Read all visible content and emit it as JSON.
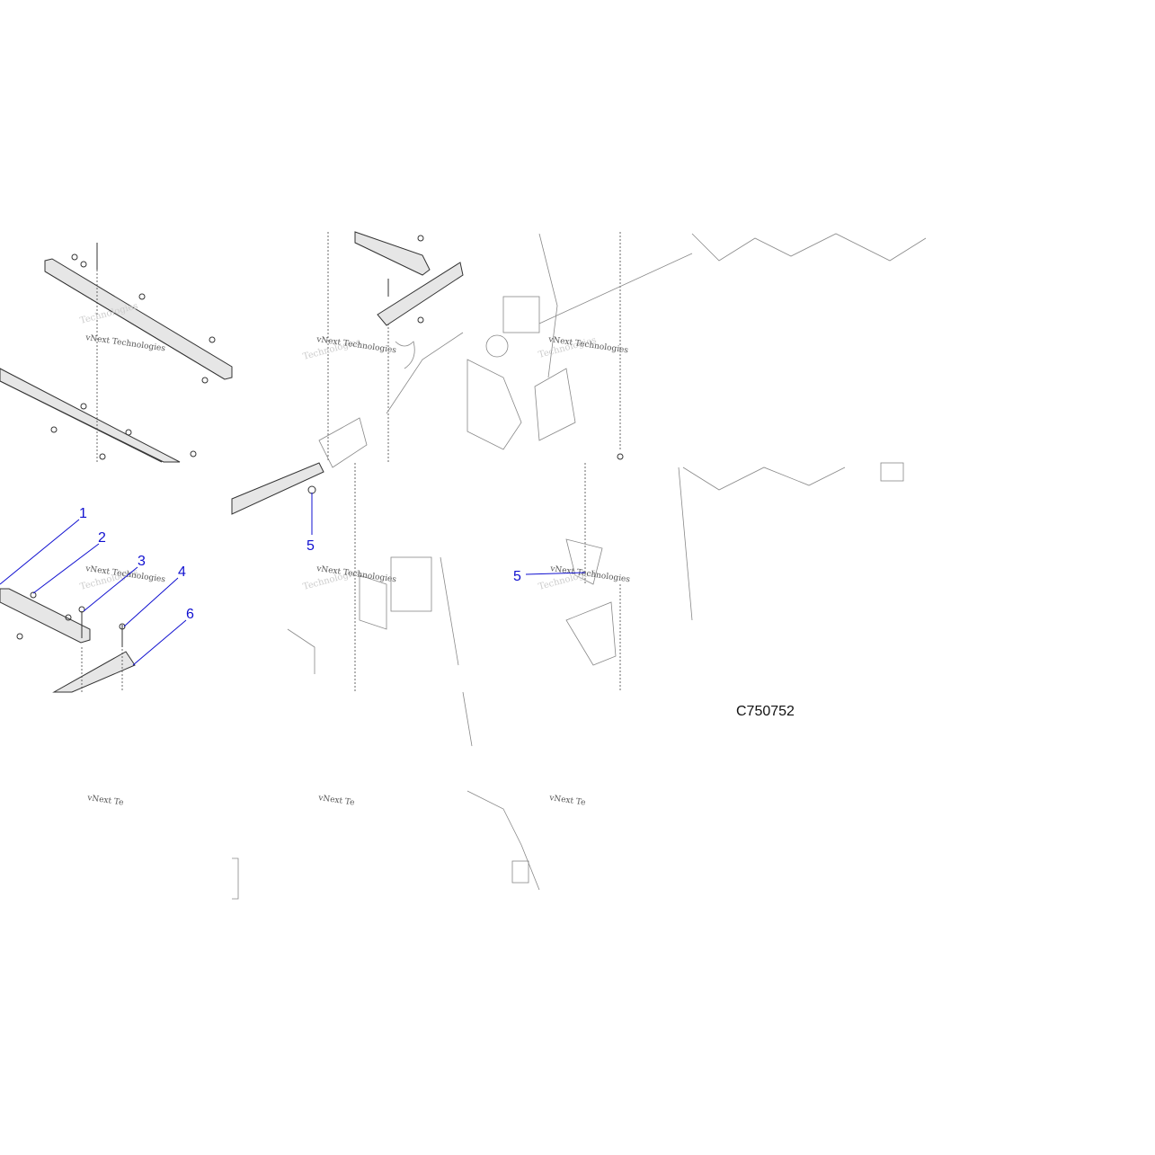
{
  "drawing_code": "C750752",
  "watermark": {
    "line1": "vNext Technologies",
    "line2": "Technologies",
    "partial": "vNext Te"
  },
  "callouts": [
    "1",
    "2",
    "3",
    "4",
    "5",
    "6"
  ]
}
